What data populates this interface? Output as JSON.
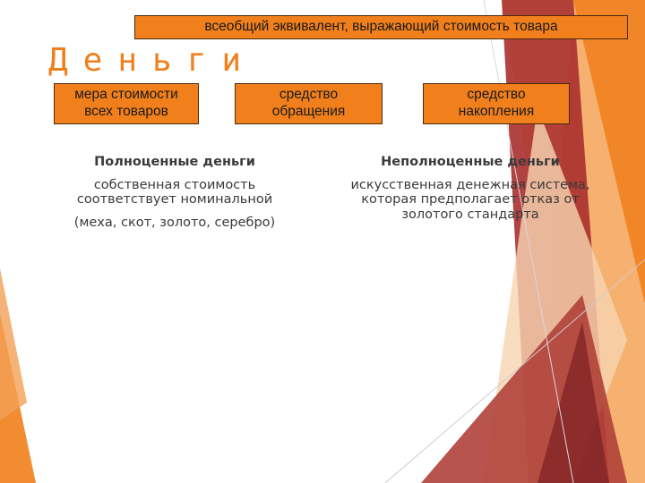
{
  "slide": {
    "title": "Деньги",
    "definition": "всеобщий эквивалент, выражающий стоимость товара",
    "functions": [
      {
        "line1": "мера стоимости",
        "line2": "всех товаров"
      },
      {
        "line1": "средство",
        "line2": "обращения"
      },
      {
        "line1": "средство",
        "line2": "накопления"
      }
    ],
    "left_column": {
      "heading": "Полноценные деньги",
      "description_line1": "собственная стоимость",
      "description_line2": "соответствует номинальной",
      "examples": "(меха, скот, золото, серебро)"
    },
    "right_column": {
      "heading": "Неполноценные деньги",
      "description_line1": "искусственная денежная система,",
      "description_line2": "которая предполагает отказ от",
      "description_line3": "золотого стандарта"
    }
  },
  "colors": {
    "accent_orange": "#f07f1c",
    "dark_red": "#a8302d",
    "text_gray": "#3a3a3a"
  }
}
